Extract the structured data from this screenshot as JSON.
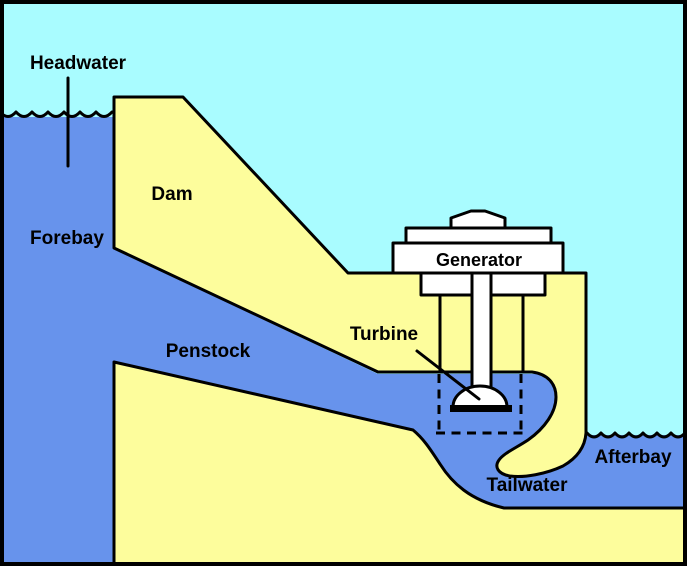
{
  "diagram": {
    "type": "hydroelectric-dam-cross-section",
    "labels": {
      "headwater": "Headwater",
      "forebay": "Forebay",
      "dam": "Dam",
      "penstock": "Penstock",
      "turbine": "Turbine",
      "generator": "Generator",
      "tailwater": "Tailwater",
      "afterbay": "Afterbay"
    },
    "colors": {
      "sky": "#A9FCFF",
      "water": "#6793EC",
      "land": "#FDFD9C",
      "structure": "#FFFFFF",
      "outline": "#000000"
    }
  }
}
